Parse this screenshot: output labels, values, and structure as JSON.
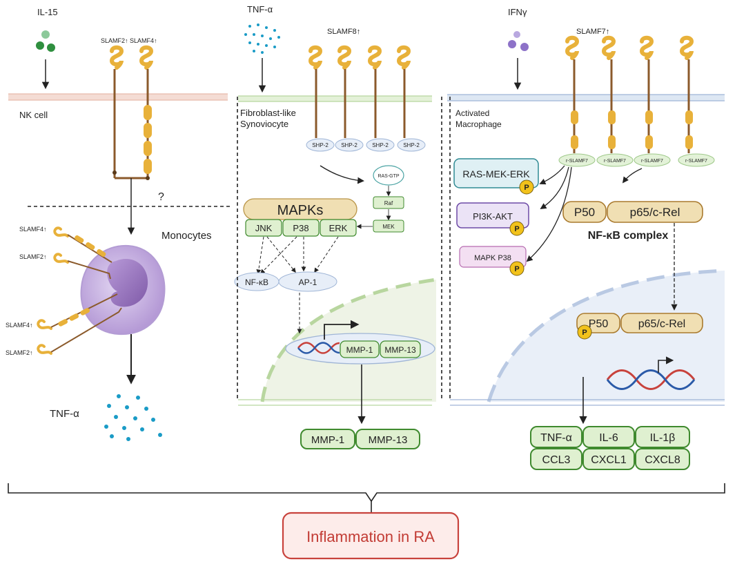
{
  "panels": {
    "nk": {
      "stimulus": "IL-15",
      "receptors": "SLAMF2↑ SLAMF4↑",
      "cell": "NK cell",
      "unknown": "?",
      "target": "Monocytes",
      "mono_labels": [
        "SLAMF4↑",
        "SLAMF2↑",
        "SLAMF4↑",
        "SLAMF2↑"
      ],
      "output": "TNF-α"
    },
    "fls": {
      "stimulus": "TNF-α",
      "receptor": "SLAMF8↑",
      "cell_line1": "Fibroblast-like",
      "cell_line2": "Synoviocyte",
      "shp": [
        "SHP-2",
        "SHP-2",
        "SHP-2",
        "SHP-2"
      ],
      "ras": "RAS-GTP",
      "raf": "Raf",
      "mek": "MEK",
      "mapks": "MAPKs",
      "jnk": "JNK",
      "p38": "P38",
      "erk": "ERK",
      "nfkb": "NF-κB",
      "ap1": "AP-1",
      "dna_mmp1": "MMP-1",
      "dna_mmp13": "MMP-13",
      "out_mmp1": "MMP-1",
      "out_mmp13": "MMP-13"
    },
    "mac": {
      "stimulus": "IFNγ",
      "receptor": "SLAMF7↑",
      "cell_line1": "Activated",
      "cell_line2": "Macrophage",
      "rslamf": [
        "r-SLAMF7",
        "r-SLAMF7",
        "r-SLAMF7",
        "r-SLAMF7"
      ],
      "ras_mek_erk": "RAS-MEK-ERK",
      "pi3k": "PI3K-AKT",
      "mapk_p38": "MAPK P38",
      "phospho": "P",
      "p50": "P50",
      "p65": "p65/c-Rel",
      "complex": "NF-κB complex",
      "nuc_p50": "P50",
      "nuc_p65": "p65/c-Rel",
      "cytokines": [
        "TNF-α",
        "IL-6",
        "IL-1β",
        "CCL3",
        "CXCL1",
        "CXCL8"
      ]
    }
  },
  "outcome": "Inflammation in RA",
  "colors": {
    "receptor": "#e8b13a",
    "stalk": "#8b5a2b",
    "green_fill": "#dff0d0",
    "green_stroke": "#3f8a2e",
    "red_stroke": "#c8423c",
    "phospho": "#f2c21b",
    "il15_dots": "#2f8f3f",
    "tnf_dots": "#1a9bc6",
    "ifn_dots": "#8d72c8"
  }
}
